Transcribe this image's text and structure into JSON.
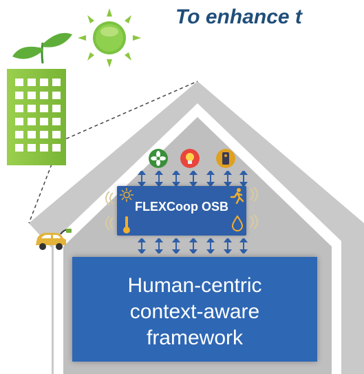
{
  "title": "To enhance t",
  "osb": {
    "label": "FLEXCoop OSB"
  },
  "framework": {
    "lines": [
      "Human-centric",
      "context-aware",
      "framework"
    ]
  },
  "icons": [
    "building-icon",
    "sun-icon",
    "fan-device-icon",
    "light-device-icon",
    "water-heater-device-icon",
    "car-icon",
    "sun-sensor-icon",
    "thermometer-sensor-icon",
    "person-sensor-icon",
    "humidity-sensor-icon"
  ],
  "colors": {
    "title": "#1f4e79",
    "osb": "#2f5fa8",
    "framework": "#2e67b4",
    "house": "#c8c8c8",
    "green": "#7cc242",
    "fan": "#3a8f3a",
    "light": "#e8453c",
    "heater": "#e0a020"
  }
}
